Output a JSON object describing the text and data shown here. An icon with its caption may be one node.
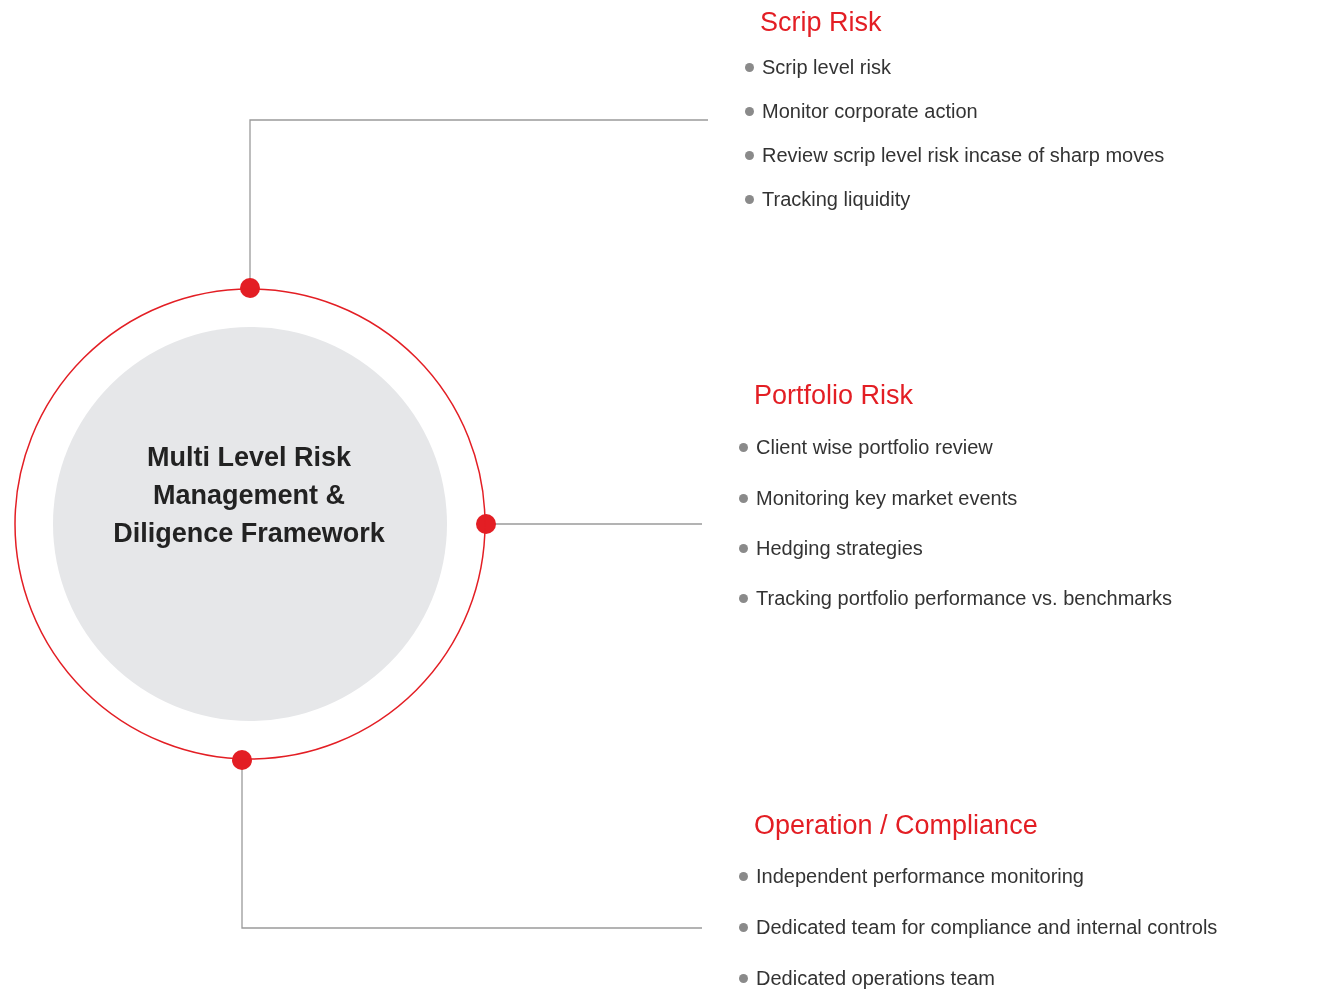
{
  "diagram": {
    "nodes": [
      {
        "text": [
          "Multi Level Risk Management & Diligence Framework"
        ]
      },
      {
        "text": [
          "Scrip Risk",
          "Scrip level risk",
          "Monitor corporate action",
          "Review scrip level risk incase of sharp moves",
          "Tracking liquidity"
        ]
      },
      {
        "text": [
          "Portfolio Risk",
          "Client wise portfolio review",
          "Monitoring key market events",
          "Hedging strategies",
          "Tracking portfolio performance vs. benchmarks"
        ]
      },
      {
        "text": [
          "Operation / Compliance",
          "Independent performance monitoring",
          "Dedicated team for compliance and internal controls",
          "Dedicated operations team"
        ]
      }
    ],
    "edges": [
      {
        "from": 0,
        "to": 1,
        "arrow": "other"
      },
      {
        "from": 0,
        "to": 2,
        "arrow": "other"
      },
      {
        "from": 0,
        "to": 3,
        "arrow": "other"
      }
    ]
  }
}
